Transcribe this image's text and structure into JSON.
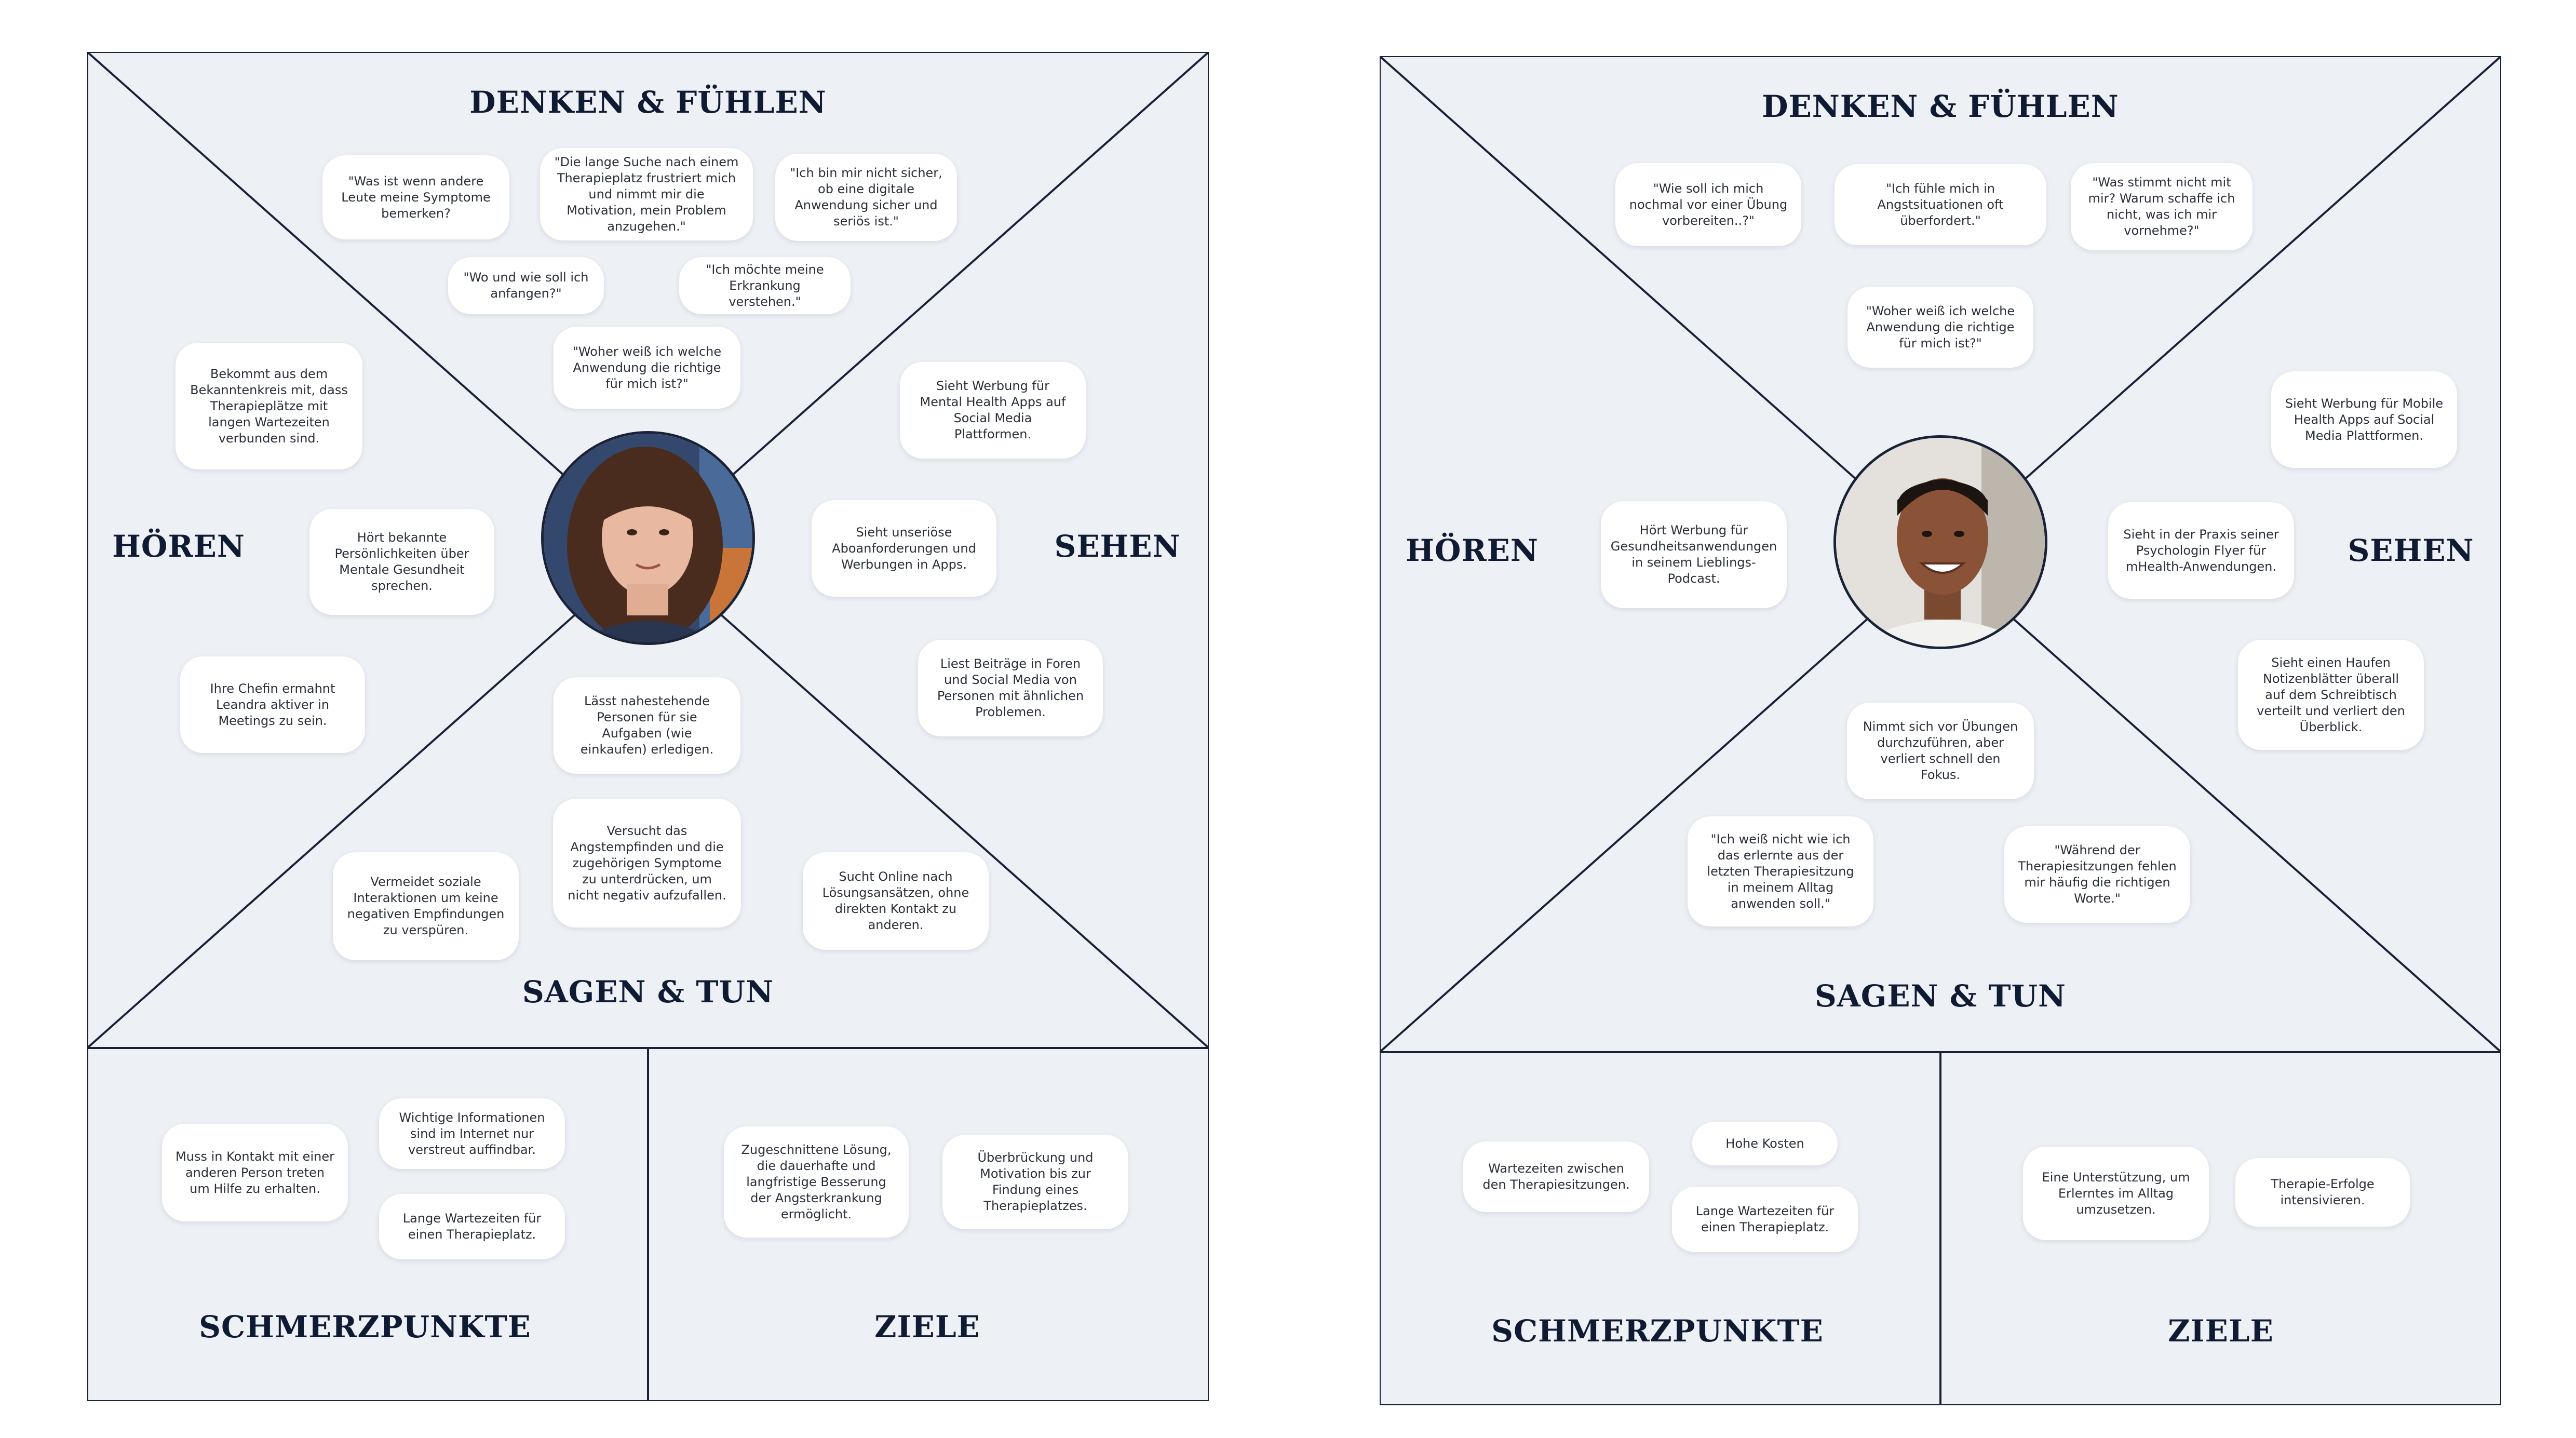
{
  "colors": {
    "panel": "#edf0f5",
    "line": "#1a2238",
    "heading": "#0f1b33",
    "note": "#ffffff"
  },
  "maps": [
    {
      "persona": "persona-1",
      "headings": {
        "think_feel": "DENKEN & FÜHLEN",
        "hear": "HÖREN",
        "see": "SEHEN",
        "say_do": "SAGEN & TUN",
        "pains": "SCHMERZPUNKTE",
        "goals": "ZIELE"
      },
      "notes": {
        "think": [
          "\"Was ist wenn andere Leute meine Symptome bemerken?",
          "\"Die lange Suche nach einem Therapieplatz frustriert mich und nimmt mir die Motivation, mein Problem anzugehen.\"",
          "\"Ich bin mir nicht sicher, ob eine digitale Anwendung sicher und seriös ist.\"",
          "\"Wo und wie soll ich anfangen?\"",
          "\"Ich möchte meine Erkrankung verstehen.\"",
          "\"Woher weiß ich welche Anwendung die richtige für mich ist?\""
        ],
        "hear": [
          "Bekommt aus dem Bekanntenkreis mit, dass Therapieplätze mit langen Wartezeiten verbunden sind.",
          "Hört bekannte Persönlichkeiten über Mentale Gesundheit sprechen.",
          "Ihre Chefin ermahnt Leandra aktiver in Meetings zu sein."
        ],
        "see": [
          "Sieht Werbung für Mental Health Apps auf Social Media Plattformen.",
          "Sieht unseriöse Aboanforderungen und Werbungen in Apps.",
          "Liest Beiträge in Foren und Social Media von Personen mit ähnlichen Problemen."
        ],
        "say_do": [
          "Lässt nahestehende Personen für sie Aufgaben (wie einkaufen) erledigen.",
          "Versucht das Angstempfinden und die zugehörigen Symptome zu unterdrücken, um nicht negativ aufzufallen.",
          "Vermeidet soziale Interaktionen um keine negativen Empfindungen zu verspüren.",
          "Sucht Online nach Lösungsansätzen, ohne direkten Kontakt zu anderen."
        ],
        "pains": [
          "Muss in Kontakt mit einer anderen Person treten um Hilfe zu erhalten.",
          "Wichtige Informationen sind im Internet nur verstreut auffindbar.",
          "Lange Wartezeiten für einen Therapieplatz."
        ],
        "goals": [
          "Zugeschnittene Lösung, die dauerhafte und langfristige Besserung der Angsterkrankung ermöglicht.",
          "Überbrückung und Motivation bis zur Findung eines Therapieplatzes."
        ]
      }
    },
    {
      "persona": "persona-2",
      "headings": {
        "think_feel": "DENKEN & FÜHLEN",
        "hear": "HÖREN",
        "see": "SEHEN",
        "say_do": "SAGEN & TUN",
        "pains": "SCHMERZPUNKTE",
        "goals": "ZIELE"
      },
      "notes": {
        "think": [
          "\"Wie soll ich mich nochmal vor einer Übung vorbereiten..?\"",
          "\"Ich fühle mich in Angstsituationen oft überfordert.\"",
          "\"Was stimmt nicht mit mir? Warum schaffe ich nicht, was ich mir vornehme?\"",
          "\"Woher weiß ich welche Anwendung die richtige für mich ist?\""
        ],
        "hear": [
          "Hört Werbung für Gesundheitsanwendungen in seinem Lieblings-Podcast."
        ],
        "see": [
          "Sieht Werbung für Mobile Health Apps auf Social Media Plattformen.",
          "Sieht in der Praxis seiner Psychologin Flyer für mHealth-Anwendungen.",
          "Sieht einen Haufen Notizenblätter überall auf dem Schreibtisch verteilt und verliert den Überblick."
        ],
        "say_do": [
          "Nimmt sich vor Übungen durchzuführen, aber verliert schnell den Fokus.",
          "\"Ich weiß nicht wie ich das erlernte aus der letzten Therapiesitzung in meinem Alltag anwenden soll.\"",
          "\"Während der Therapiesitzungen fehlen mir häufig die richtigen Worte.\""
        ],
        "pains": [
          "Wartezeiten zwischen den Therapiesitzungen.",
          "Hohe Kosten",
          "Lange Wartezeiten für einen Therapieplatz."
        ],
        "goals": [
          "Eine Unterstützung, um Erlerntes im Alltag umzusetzen.",
          "Therapie-Erfolge intensivieren."
        ]
      }
    }
  ]
}
